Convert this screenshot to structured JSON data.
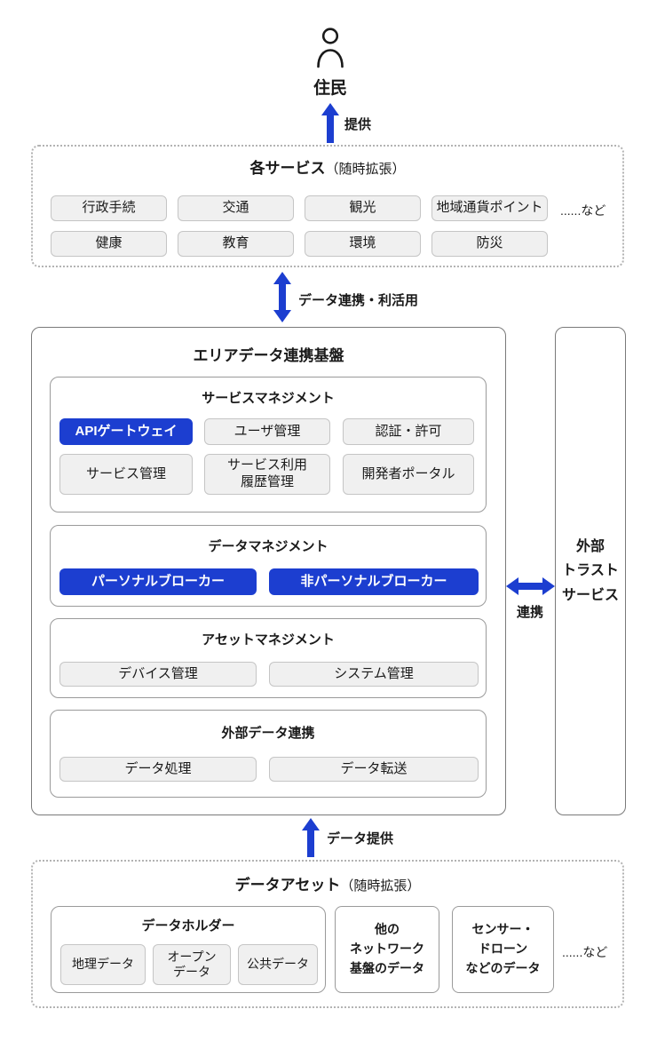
{
  "colors": {
    "accent": "#1c3ed0",
    "chip_bg": "#f0f0f0"
  },
  "resident": {
    "label": "住民"
  },
  "arrow_labels": {
    "provide": "提供",
    "data_linkage": "データ連携・利活用",
    "cooperate": "連携",
    "data_provide": "データ提供"
  },
  "services": {
    "title": "各サービス",
    "subtitle": "（随時拡張）",
    "row1": [
      "行政手続",
      "交通",
      "観光",
      "地域通貨ポイント"
    ],
    "row2": [
      "健康",
      "教育",
      "環境",
      "防災"
    ],
    "etc": "......など"
  },
  "platform": {
    "title": "エリアデータ連携基盤",
    "service_mgmt": {
      "title": "サービスマネジメント",
      "api_gateway": "APIゲートウェイ",
      "user_mgmt": "ユーザ管理",
      "auth": "認証・許可",
      "service_mgmt": "サービス管理",
      "usage_history_line1": "サービス利用",
      "usage_history_line2": "履歴管理",
      "dev_portal": "開発者ポータル"
    },
    "data_mgmt": {
      "title": "データマネジメント",
      "personal_broker": "パーソナルブローカー",
      "non_personal_broker": "非パーソナルブローカー"
    },
    "asset_mgmt": {
      "title": "アセットマネジメント",
      "device_mgmt": "デバイス管理",
      "system_mgmt": "システム管理"
    },
    "ext_data": {
      "title": "外部データ連携",
      "data_processing": "データ処理",
      "data_transfer": "データ転送"
    }
  },
  "trust": {
    "line1": "外部",
    "line2": "トラスト",
    "line3": "サービス"
  },
  "data_assets": {
    "title": "データアセット",
    "subtitle": "（随時拡張）",
    "holder": {
      "title": "データホルダー",
      "geo": "地理データ",
      "open_line1": "オープン",
      "open_line2": "データ",
      "public": "公共データ"
    },
    "other_network": {
      "line1": "他の",
      "line2": "ネットワーク",
      "line3": "基盤のデータ"
    },
    "sensor": {
      "line1": "センサー・",
      "line2": "ドローン",
      "line3": "などのデータ"
    },
    "etc": "......など"
  }
}
